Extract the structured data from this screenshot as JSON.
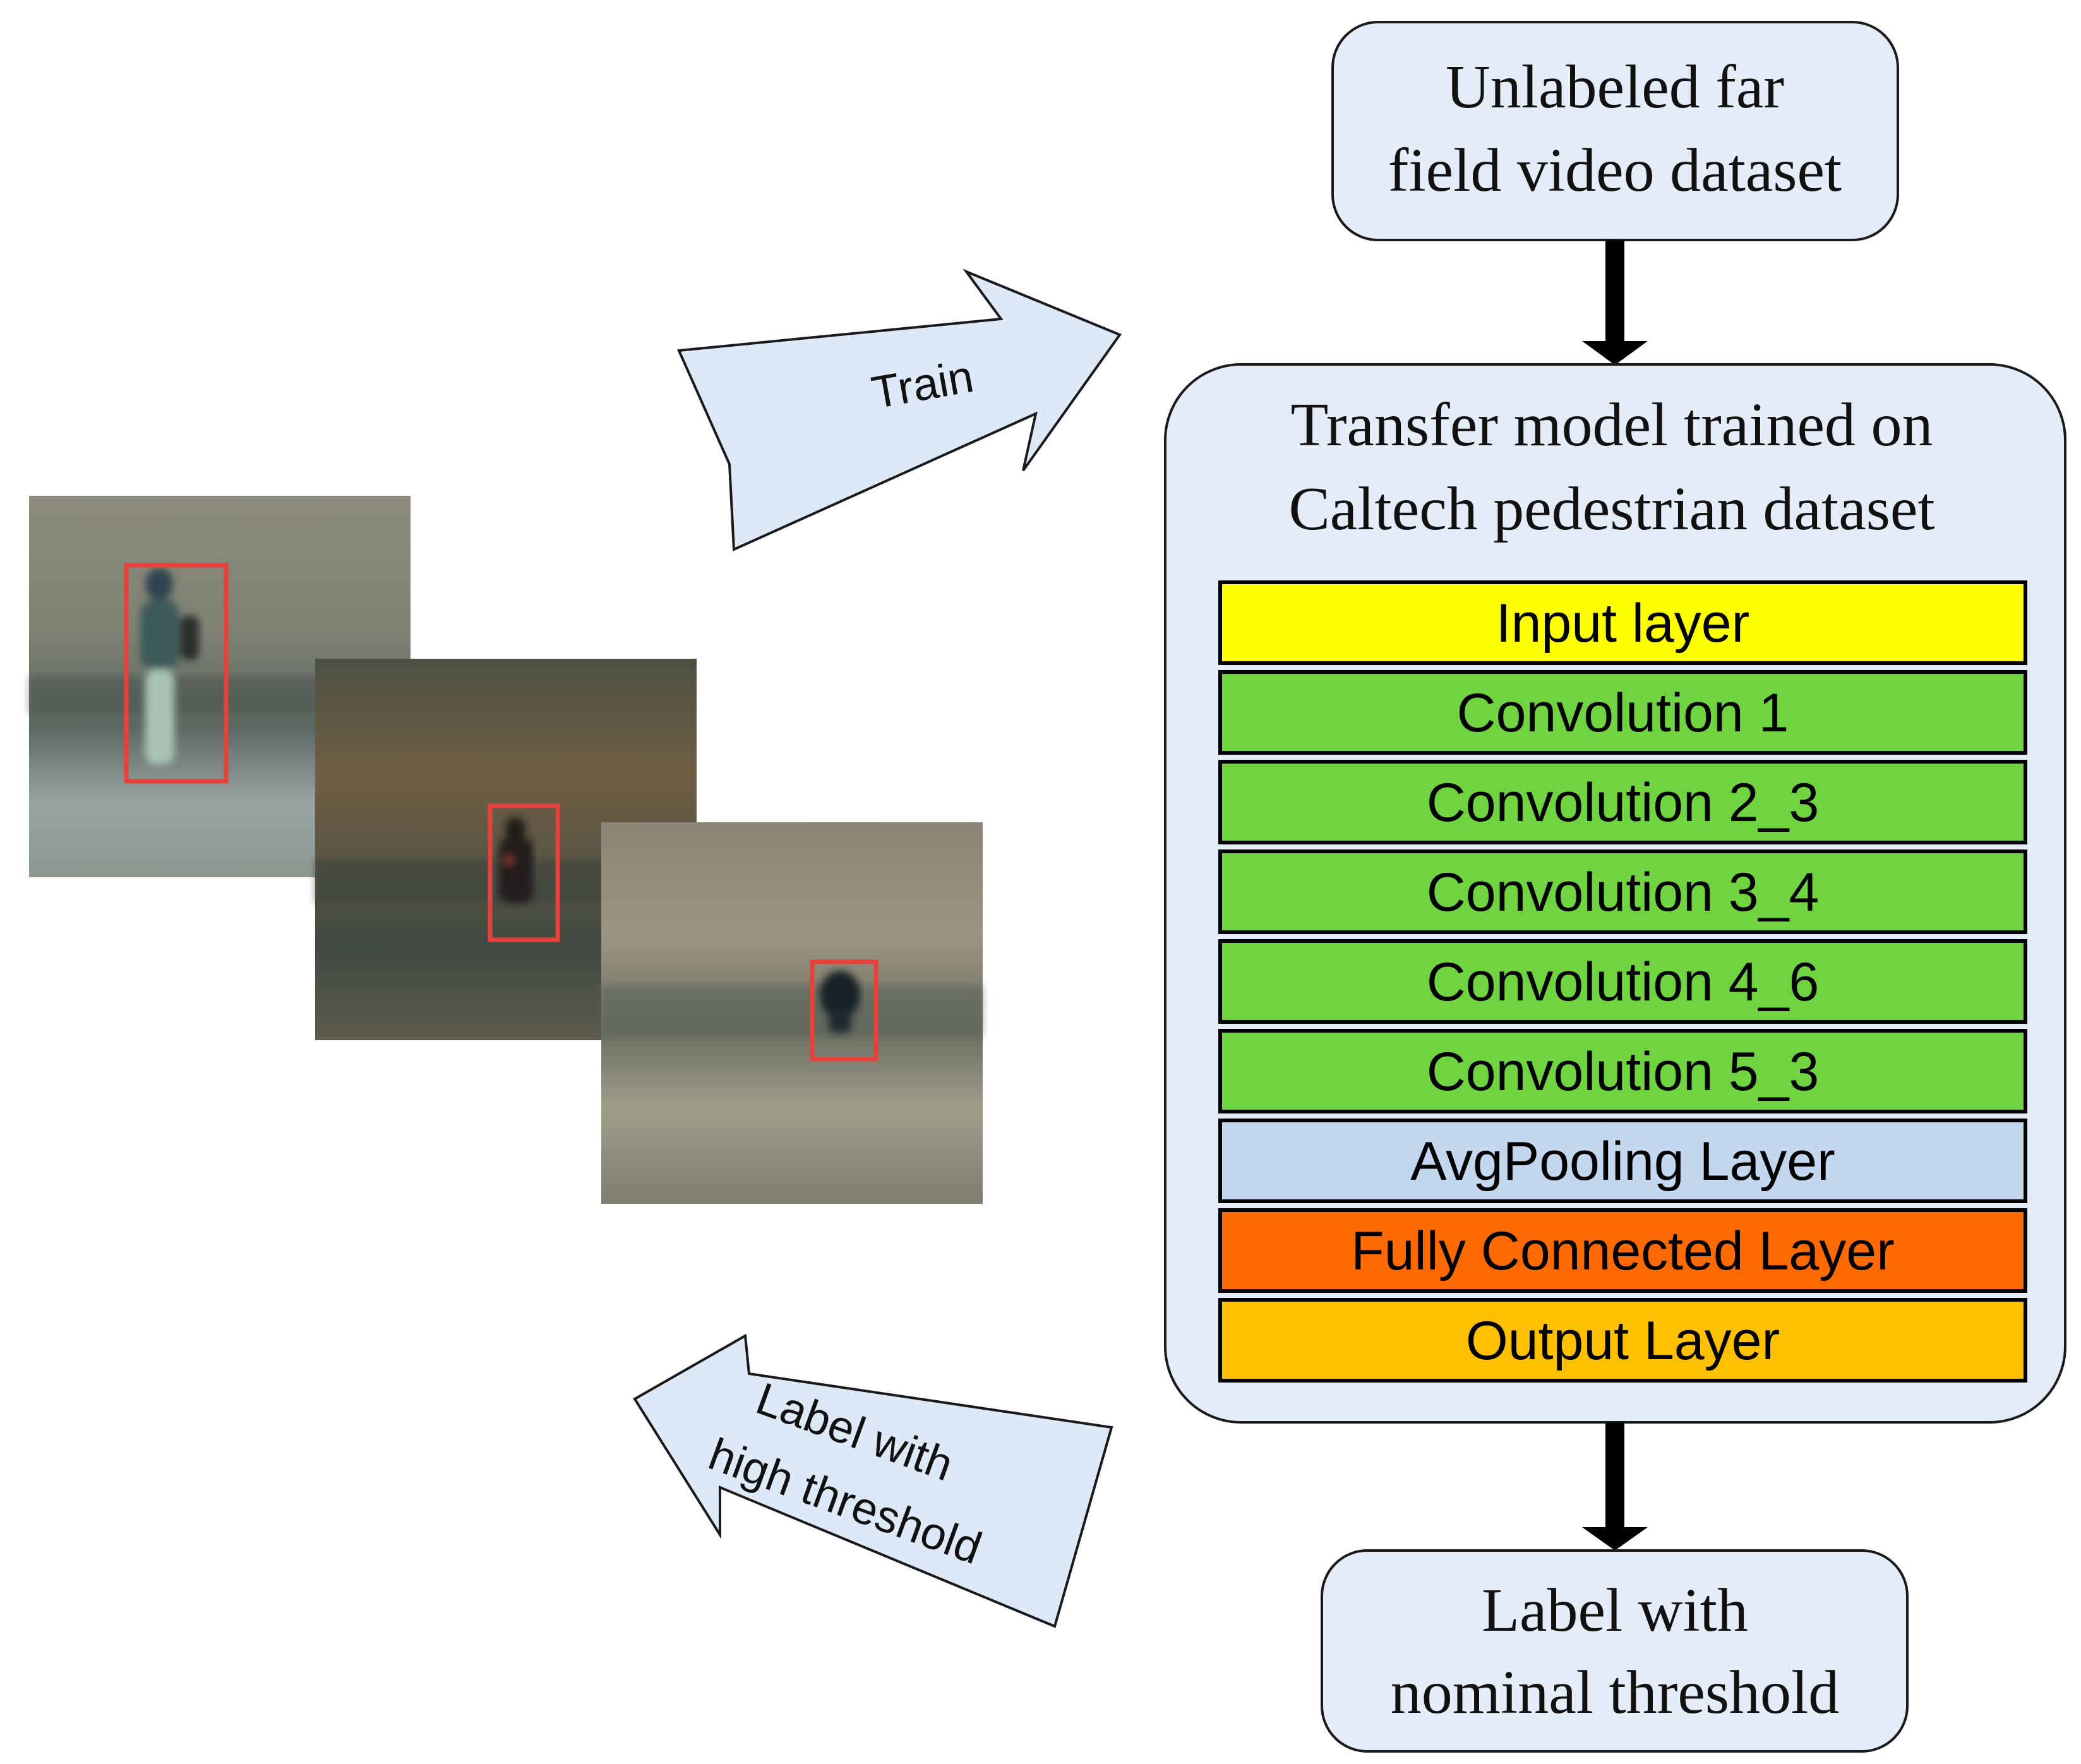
{
  "top_box": {
    "line1": "Unlabeled far",
    "line2": "field video dataset"
  },
  "model_box": {
    "line1": "Transfer model trained on",
    "line2": "Caltech pedestrian dataset"
  },
  "layers": [
    {
      "label": "Input layer",
      "color": "#ffff00"
    },
    {
      "label": "Convolution 1",
      "color": "#6fd43f"
    },
    {
      "label": "Convolution 2_3",
      "color": "#6fd43f"
    },
    {
      "label": "Convolution 3_4",
      "color": "#6fd43f"
    },
    {
      "label": "Convolution 4_6",
      "color": "#6fd43f"
    },
    {
      "label": "Convolution 5_3",
      "color": "#6fd43f"
    },
    {
      "label": "AvgPooling Layer",
      "color": "#c3d8ee"
    },
    {
      "label": "Fully Connected Layer",
      "color": "#ff6a00"
    },
    {
      "label": "Output Layer",
      "color": "#ffc000"
    }
  ],
  "bottom_box": {
    "line1": "Label with",
    "line2": "nominal threshold"
  },
  "arrows": {
    "train": "Train",
    "label_high_line1": "Label with",
    "label_high_line2": "high threshold"
  },
  "colors": {
    "box_fill": "#e4edf7",
    "box_stroke": "#1a1a1a",
    "detection_box": "#e8403a",
    "arrow_fill": "#dde9f6"
  }
}
